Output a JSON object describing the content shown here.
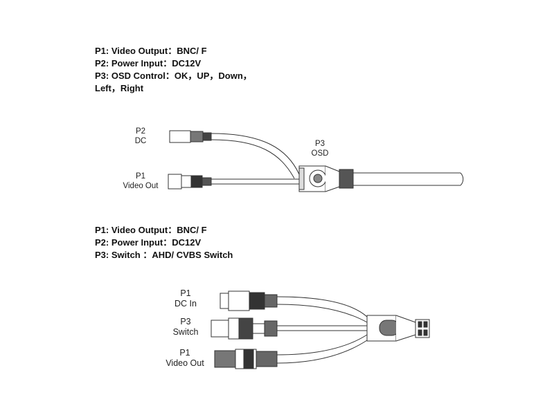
{
  "spec1": {
    "lines": [
      "P1: Video Output：BNC/ F",
      "P2: Power Input：DC12V",
      "P3: OSD Control：OK，UP，Down，",
      "Left，Right"
    ]
  },
  "diagram1": {
    "p2": {
      "id": "P2",
      "name": "DC"
    },
    "p1": {
      "id": "P1",
      "name": "Video Out"
    },
    "p3": {
      "id": "P3",
      "name": "OSD"
    }
  },
  "spec2": {
    "lines": [
      "P1: Video Output：BNC/ F",
      "P2: Power Input：DC12V",
      "P3: Switch ：AHD/ CVBS Switch"
    ]
  },
  "diagram2": {
    "dc": {
      "id": "P1",
      "name": "DC In"
    },
    "switch": {
      "id": "P3",
      "name": "Switch"
    },
    "video": {
      "id": "P1",
      "name": "Video Out"
    }
  }
}
